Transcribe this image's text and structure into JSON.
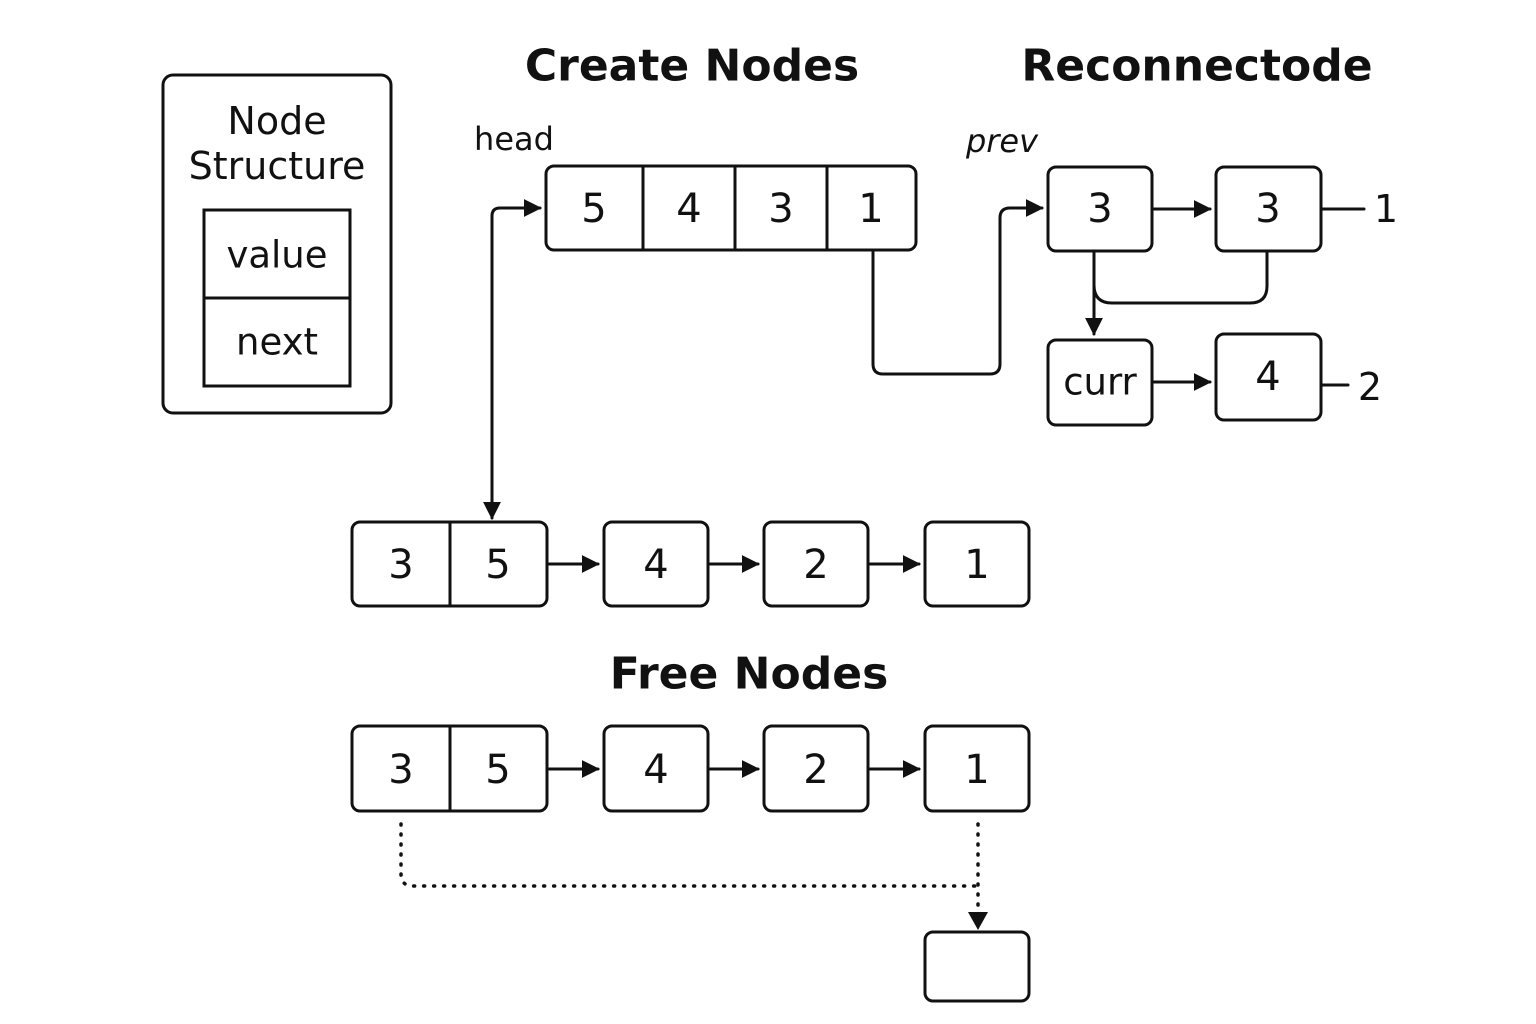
{
  "titles": {
    "create": "Create Nodes",
    "reconnect": "Reconnectode",
    "free": "Free Nodes"
  },
  "legend": {
    "title_line1": "Node",
    "title_line2": "Structure",
    "field_value": "value",
    "field_next": "next"
  },
  "labels": {
    "head": "head",
    "prev": "prev",
    "curr": "curr",
    "side_1": "1",
    "side_2": "2"
  },
  "create": {
    "array": [
      "5",
      "4",
      "3",
      "1"
    ]
  },
  "reconnect": {
    "top_left": "3",
    "top_right": "3",
    "bottom_right": "4"
  },
  "middle_list": {
    "pair": [
      "3",
      "5"
    ],
    "nodes": [
      "4",
      "2",
      "1"
    ]
  },
  "free_list": {
    "pair": [
      "3",
      "5"
    ],
    "nodes": [
      "4",
      "2",
      "1"
    ],
    "target": ""
  },
  "colors": {
    "stroke": "#111111",
    "background": "#ffffff"
  }
}
